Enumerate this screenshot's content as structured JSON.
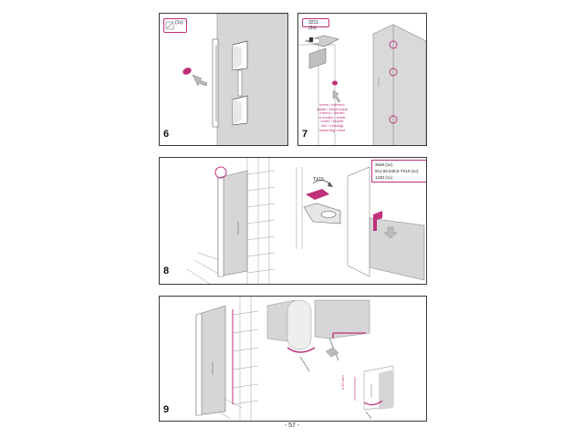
{
  "page_number": "- 57 -",
  "accent_color": "#c0307a",
  "panels": [
    {
      "step": "6",
      "tag": "(1x)"
    },
    {
      "step": "7",
      "tag": "3211 (3x)",
      "multilingual": [
        "innen / intérieur",
        "inside / binnenzijde",
        "interno / dentro",
        "w środku / uvnitř",
        "vnútri / wnytre",
        "inni / innsidigt",
        "indvendig / bent"
      ]
    },
    {
      "step": "8",
      "torx": "TX15",
      "legend": [
        "3629 (1x)",
        "912.83.549,5-TX15 (1x)",
        "1230 (1x)"
      ]
    },
    {
      "step": "9",
      "dim_label": "≥ 50 mm"
    }
  ]
}
